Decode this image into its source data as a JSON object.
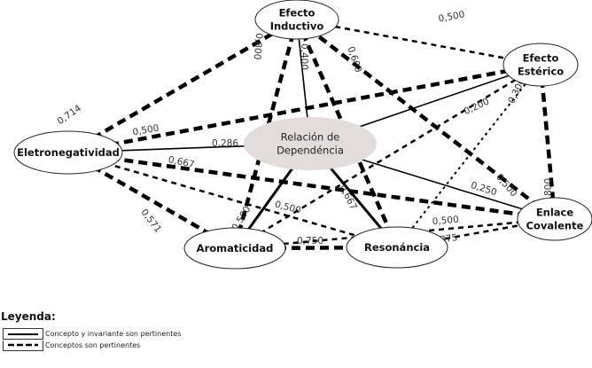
{
  "nodes": [
    {
      "id": "center",
      "label": [
        "Relación de",
        "Dependéncia"
      ],
      "fill": "#e2dcdc",
      "type": "center"
    },
    {
      "id": "inductivo",
      "label": [
        "Efecto",
        "Inductivo"
      ],
      "fill": "#ffffff",
      "type": "concept"
    },
    {
      "id": "esterico",
      "label": [
        "Efecto",
        "Estérico"
      ],
      "fill": "#ffffff",
      "type": "concept"
    },
    {
      "id": "electro",
      "label": [
        "Eletronegatividad"
      ],
      "fill": "#ffffff",
      "type": "concept"
    },
    {
      "id": "covalente",
      "label": [
        "Enlace",
        "Covalente"
      ],
      "fill": "#ffffff",
      "type": "concept"
    },
    {
      "id": "aromaticidad",
      "label": [
        "Aromaticidad"
      ],
      "fill": "#ffffff",
      "type": "concept"
    },
    {
      "id": "resonancia",
      "label": [
        "Resonáncia"
      ],
      "fill": "#ffffff",
      "type": "concept"
    }
  ],
  "edges": [
    {
      "from": "center",
      "to": "inductivo",
      "style": "solid",
      "weight": "0,400"
    },
    {
      "from": "center",
      "to": "electro",
      "style": "solid",
      "weight": "0,286"
    },
    {
      "from": "center",
      "to": "esterico",
      "style": "solid",
      "weight": "0,200"
    },
    {
      "from": "center",
      "to": "covalente",
      "style": "solid",
      "weight": "0,250"
    },
    {
      "from": "center",
      "to": "aromaticidad",
      "style": "solid-bold",
      "weight": "0,500"
    },
    {
      "from": "center",
      "to": "resonancia",
      "style": "solid-bold",
      "weight": "0,667"
    },
    {
      "from": "inductivo",
      "to": "esterico",
      "style": "dashed",
      "weight": "0,500"
    },
    {
      "from": "inductivo",
      "to": "electro",
      "style": "dashed-bold",
      "weight": "0,714"
    },
    {
      "from": "inductivo",
      "to": "aromaticidad",
      "style": "dashed-bold",
      "weight": "0,800"
    },
    {
      "from": "inductivo",
      "to": "resonancia",
      "style": "dashed-bold",
      "weight": "0,600"
    },
    {
      "from": "inductivo",
      "to": "covalente",
      "style": "dashed-bold",
      "weight": "0,500"
    },
    {
      "from": "electro",
      "to": "esterico",
      "style": "dashed-bold",
      "weight": "0,500"
    },
    {
      "from": "electro",
      "to": "covalente",
      "style": "dashed-bold",
      "weight": "0,667"
    },
    {
      "from": "electro",
      "to": "resonancia",
      "style": "dashed",
      "weight": "0,500"
    },
    {
      "from": "electro",
      "to": "aromaticidad",
      "style": "dashed-bold",
      "weight": "0,571"
    },
    {
      "from": "esterico",
      "to": "aromaticidad",
      "style": "dashed",
      "weight": "0,400"
    },
    {
      "from": "esterico",
      "to": "resonancia",
      "style": "dotted",
      "weight": "0,300"
    },
    {
      "from": "esterico",
      "to": "covalente",
      "style": "dashed-bold",
      "weight": "0,800"
    },
    {
      "from": "aromaticidad",
      "to": "covalente",
      "style": "dashed",
      "weight": "0,500"
    },
    {
      "from": "aromaticidad",
      "to": "resonancia",
      "style": "dashed-bold",
      "weight": "0,750"
    },
    {
      "from": "resonancia",
      "to": "covalente",
      "style": "dashed",
      "weight": "0,375"
    }
  ],
  "legend": {
    "title": "Leyenda:",
    "items": [
      {
        "style": "solid",
        "label": "Concepto y invariante son pertinentes"
      },
      {
        "style": "dashed",
        "label": "Conceptos son pertinentes"
      }
    ]
  }
}
